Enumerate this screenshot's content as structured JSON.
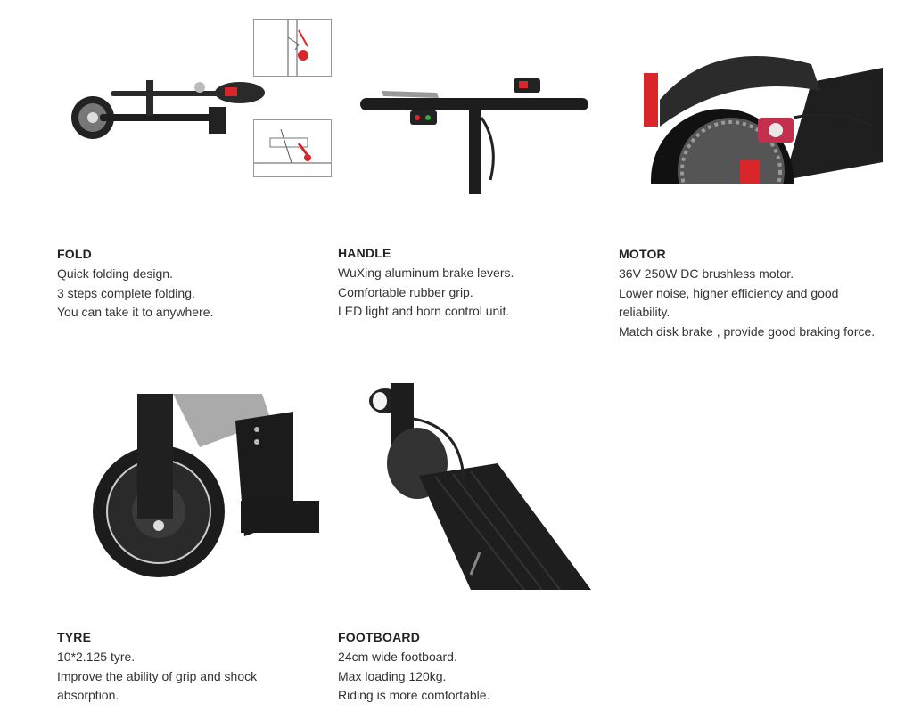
{
  "features": {
    "fold": {
      "title": "FOLD",
      "lines": [
        "Quick folding design.",
        "3 steps complete folding.",
        "You can take it to anywhere."
      ]
    },
    "handle": {
      "title": "HANDLE",
      "lines": [
        "WuXing aluminum brake levers.",
        "Comfortable rubber grip.",
        "LED light and horn control unit."
      ]
    },
    "motor": {
      "title": "MOTOR",
      "lines": [
        "36V 250W DC brushless motor.",
        "Lower noise, higher efficiency and good",
        "reliability.",
        "Match disk brake , provide good braking force."
      ]
    },
    "tyre": {
      "title": "TYRE",
      "lines": [
        "10*2.125 tyre.",
        "Improve the ability of grip and shock",
        "absorption."
      ]
    },
    "footboard": {
      "title": "FOOTBOARD",
      "lines": [
        "24cm wide footboard.",
        "Max loading 120kg.",
        "Riding is more comfortable."
      ]
    }
  },
  "colors": {
    "accent_red": "#d8262a",
    "body_black": "#1c1c1c",
    "text": "#333333"
  }
}
